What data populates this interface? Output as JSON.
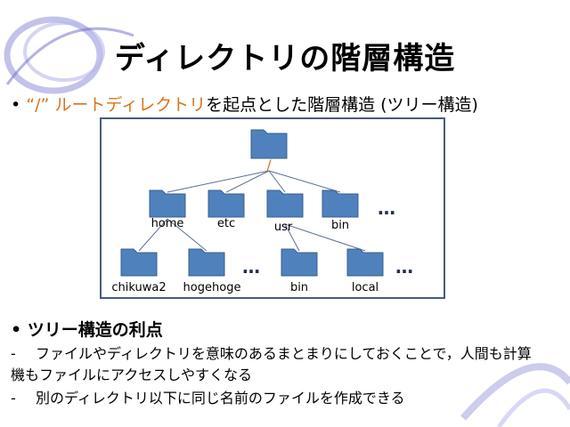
{
  "slide": {
    "title": "ディレクトリの階層構造",
    "bullet1": {
      "mark": "•",
      "quote": "“/”",
      "accent": "ルートディレクトリ",
      "rest": "を起点とした階層構造 (ツリー構造)"
    },
    "bullet2": {
      "mark": "•",
      "text": "ツリー構造の利点"
    },
    "sub1": {
      "mark": "-",
      "text": "ファイルやディレクトリを意味のあるまとまりにしておくことで，人間も計算機もファイルにアクセスしやすくなる"
    },
    "sub2": {
      "mark": "-",
      "text": "別のディレクトリ以下に同じ名前のファイルを作成できる"
    }
  },
  "tree": {
    "root_label": "/",
    "level1": [
      "home",
      "etc",
      "usr",
      "bin"
    ],
    "level2_home": [
      "chikuwa2",
      "hogehoge"
    ],
    "level2_usr": [
      "bin",
      "local"
    ],
    "ellipsis": "…",
    "folder_color": "#4f81bd"
  }
}
